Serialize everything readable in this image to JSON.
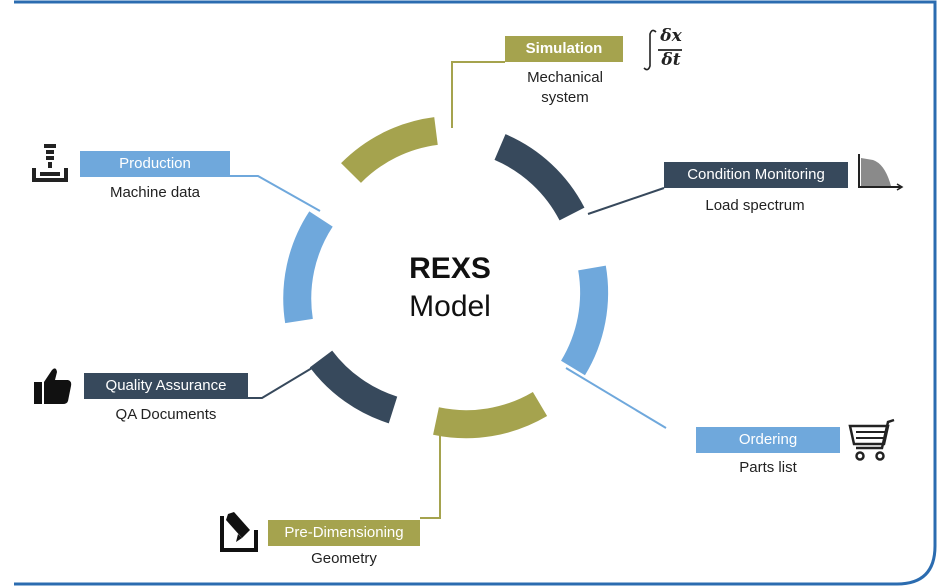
{
  "center": {
    "title": "REXS",
    "subtitle": "Model"
  },
  "nodes": {
    "simulation": {
      "label": "Simulation",
      "sub1": "Mechanical",
      "sub2": "system",
      "formula_num": "δx",
      "formula_den": "δt"
    },
    "condition": {
      "label": "Condition Monitoring",
      "sub": "Load spectrum"
    },
    "production": {
      "label": "Production",
      "sub": "Machine data"
    },
    "quality": {
      "label": "Quality Assurance",
      "sub": "QA Documents"
    },
    "ordering": {
      "label": "Ordering",
      "sub": "Parts list"
    },
    "predim": {
      "label": "Pre-Dimensioning",
      "sub": "Geometry"
    }
  },
  "colors": {
    "olive": "#a5a34e",
    "blue": "#6fa8dc",
    "navy": "#37495c",
    "frame": "#2b6cb0"
  },
  "icons": [
    "integral-icon",
    "load-chart-icon",
    "machine-icon",
    "thumbs-up-icon",
    "shopping-cart-icon",
    "edit-icon"
  ]
}
